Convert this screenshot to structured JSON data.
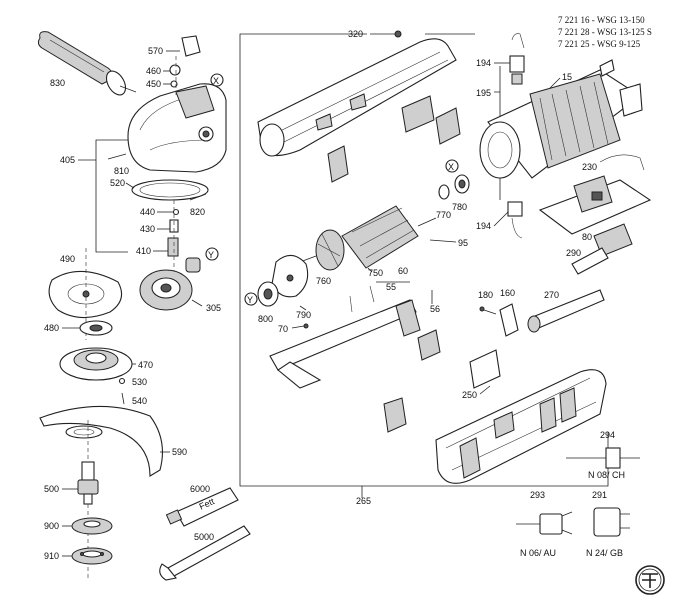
{
  "header": {
    "line1": "7 221 16 - WSG 13-150",
    "line2": "7 221 28 - WSG 13-125 S",
    "line3": "7 221 25 - WSG  9-125"
  },
  "parts": {
    "p830": "830",
    "p570": "570",
    "p460": "460",
    "p450": "450",
    "p405": "405",
    "p810": "810",
    "p520": "520",
    "p820": "820",
    "p440": "440",
    "p430": "430",
    "p410": "410",
    "p490": "490",
    "p305": "305",
    "p480": "480",
    "p470": "470",
    "p530": "530",
    "p540": "540",
    "p590": "590",
    "p500": "500",
    "p900": "900",
    "p910": "910",
    "p6000": "6000",
    "p5000": "5000",
    "p320": "320",
    "p194a": "194",
    "p195": "195",
    "p15": "15",
    "p230": "230",
    "p780": "780",
    "p770": "770",
    "p194b": "194",
    "p95": "95",
    "p80": "80",
    "p290": "290",
    "p750": "750",
    "p760": "760",
    "p800": "800",
    "p790": "790",
    "p70": "70",
    "p60": "60",
    "p55": "55",
    "p56": "56",
    "p180": "180",
    "p160": "160",
    "p270": "270",
    "p250": "250",
    "p265": "265",
    "p294": "294",
    "p293": "293",
    "p291": "291"
  },
  "markers": {
    "x1": "X",
    "x2": "X",
    "y1": "Y",
    "y2": "Y"
  },
  "plugs": {
    "n08": "N 08/ CH",
    "n06": "N 06/ AU",
    "n24": "N 24/ GB"
  },
  "tube_text": "Fett",
  "brand_logo": "fein-logo"
}
